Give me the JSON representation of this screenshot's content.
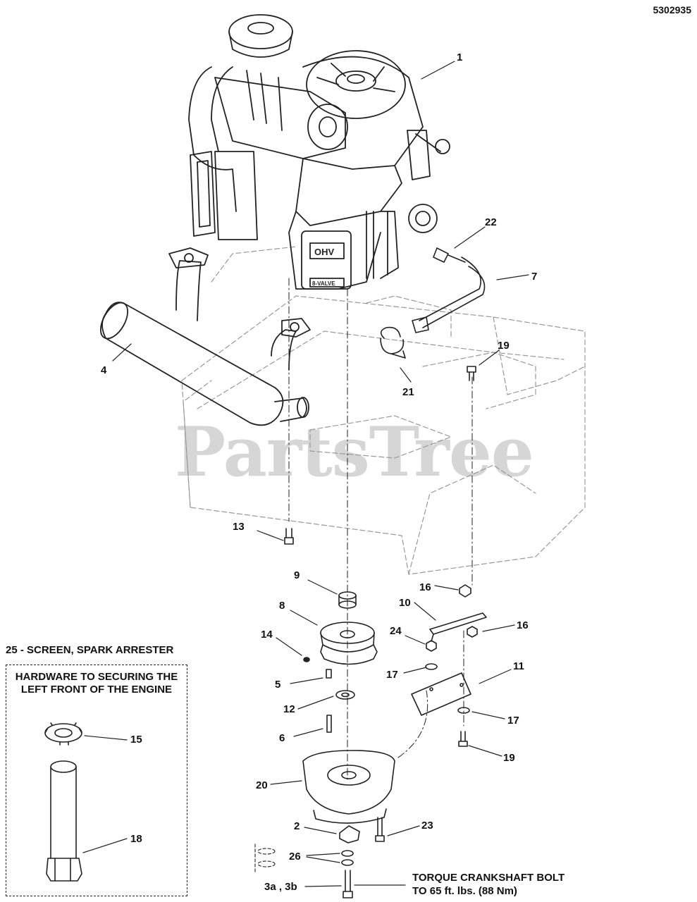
{
  "document": {
    "number": "5302935",
    "watermark": "PartsTree"
  },
  "callouts": {
    "c1": "1",
    "c22": "22",
    "c7": "7",
    "c19a": "19",
    "c4": "4",
    "c21": "21",
    "c13": "13",
    "c9": "9",
    "c16a": "16",
    "c10": "10",
    "c8": "8",
    "c16b": "16",
    "c14": "14",
    "c24": "24",
    "c11": "11",
    "c17a": "17",
    "c5": "5",
    "c12": "12",
    "c17b": "17",
    "c6": "6",
    "c19b": "19",
    "c20": "20",
    "c2": "2",
    "c23": "23",
    "c26": "26",
    "c3": "3a , 3b",
    "c15": "15",
    "c18": "18"
  },
  "kit": {
    "title": "25 - SCREEN, SPARK ARRESTER",
    "caption_line1": "HARDWARE TO SECURING THE",
    "caption_line2": "LEFT FRONT OF THE ENGINE"
  },
  "torque_note": {
    "line1": "TORQUE CRANKSHAFT BOLT",
    "line2": "TO 65 ft. lbs. (88 Nm)"
  },
  "engine_badges": {
    "ohv": "OHV",
    "valve": "8-VALVE"
  }
}
